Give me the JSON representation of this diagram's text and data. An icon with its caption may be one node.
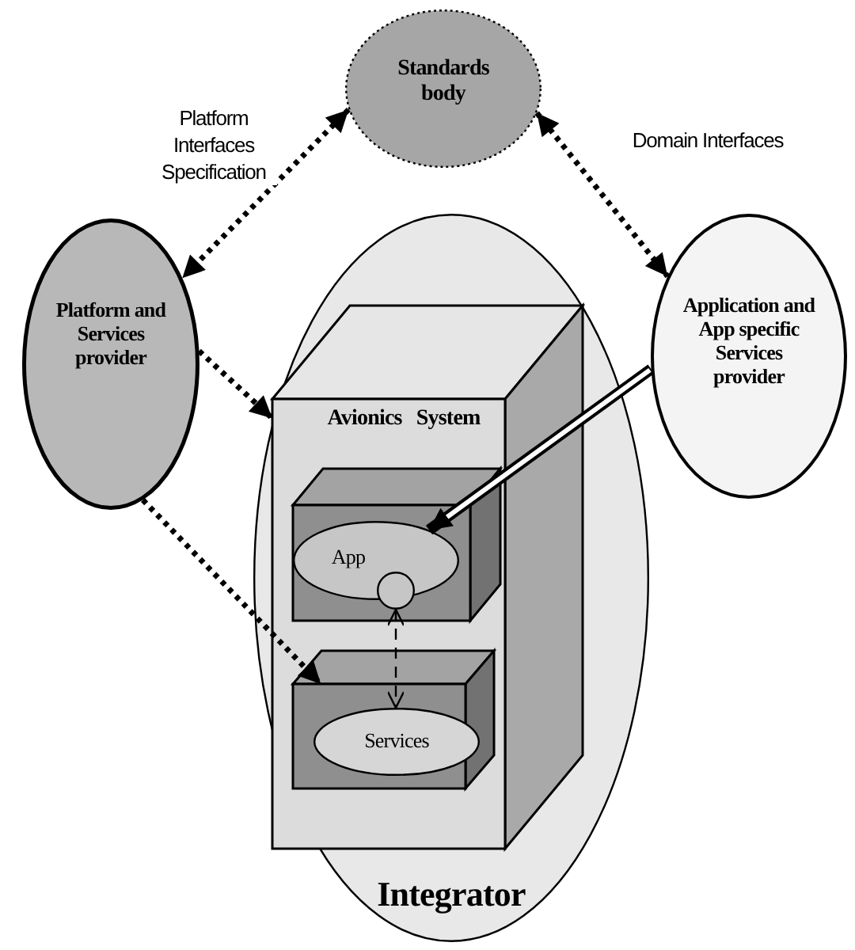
{
  "diagram": {
    "nodes": [
      {
        "text": [
          "Standards body"
        ]
      },
      {
        "text": [
          "Platform and Services provider"
        ]
      },
      {
        "text": [
          "Application and App specific Services provider"
        ]
      },
      {
        "text": [
          "Integrator"
        ]
      },
      {
        "text": [
          "Avionics System"
        ],
        "in": 3
      },
      {
        "text": [],
        "shape": "box",
        "in": 4
      },
      {
        "text": [
          "App"
        ],
        "in": 5
      },
      {
        "text": [],
        "shape": "circle",
        "in": 5
      },
      {
        "text": [],
        "shape": "box",
        "in": 4
      },
      {
        "text": [
          "Services"
        ],
        "in": 8
      }
    ],
    "edges": [
      {
        "from": 0,
        "to": 1,
        "arrow": "both",
        "style": "dashed",
        "label": "Platform Interfaces Specification"
      },
      {
        "from": 0,
        "to": 2,
        "arrow": "both",
        "style": "dashed",
        "label": "Domain Interfaces"
      },
      {
        "from": 1,
        "to": 4,
        "arrow": "to",
        "style": "dashed"
      },
      {
        "from": 1,
        "to": 8,
        "arrow": "to",
        "style": "dashed"
      },
      {
        "from": 2,
        "to": 6,
        "arrow": "to",
        "style": "thick"
      },
      {
        "from": 7,
        "to": 9,
        "arrow": "both",
        "style": "dashed"
      }
    ]
  }
}
